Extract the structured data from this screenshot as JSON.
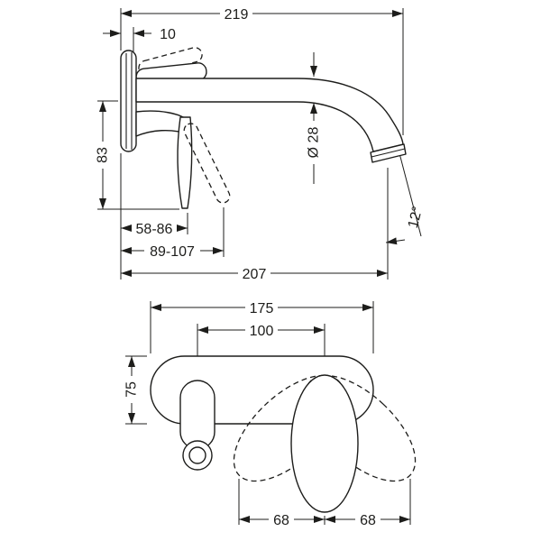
{
  "colors": {
    "line": "#1d1d1b",
    "background": "#ffffff"
  },
  "side_view": {
    "dimensions": {
      "total_length": "219",
      "wall_offset": "10",
      "height": "83",
      "spout_diameter": "Ø 28",
      "handle_range_min": "58-86",
      "handle_range_max": "89-107",
      "spout_reach": "207",
      "outlet_angle": "12°"
    }
  },
  "front_view": {
    "dimensions": {
      "plate_width": "175",
      "center_distance": "100",
      "plate_height": "75",
      "swing_left": "68",
      "swing_right": "68"
    }
  }
}
